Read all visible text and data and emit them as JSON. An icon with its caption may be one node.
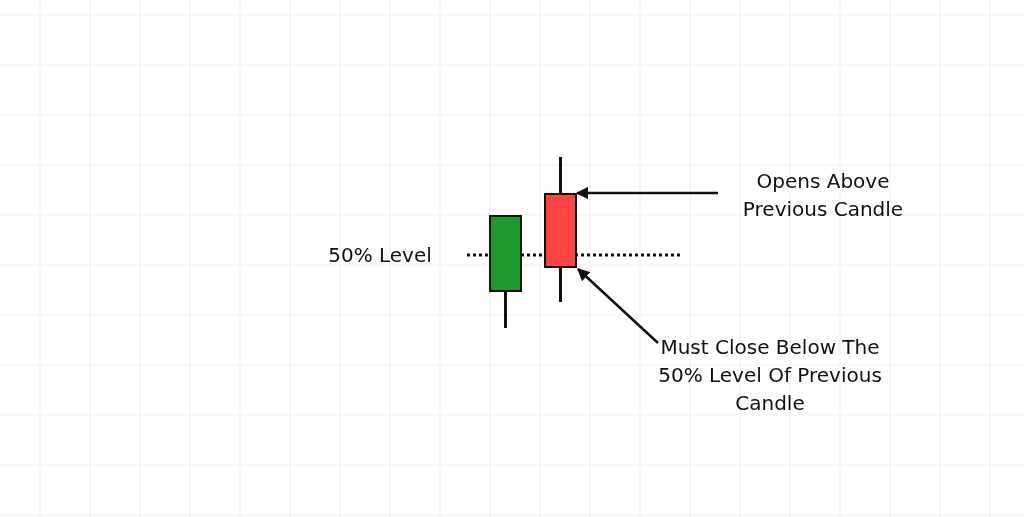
{
  "diagram": {
    "nodes": [
      {
        "text": [],
        "shape": "bar"
      },
      {
        "text": [],
        "shape": "bar"
      },
      {
        "text": [
          "Opens Above Previous Candle"
        ]
      },
      {
        "text": [
          "Must Close Below The 50% Level Of Previous Candle"
        ]
      }
    ],
    "edges": [
      {
        "from": 2,
        "to": 1,
        "arrow": "to"
      },
      {
        "from": 3,
        "to": 1,
        "arrow": "to"
      }
    ],
    "labels": [
      "50% Level"
    ]
  }
}
